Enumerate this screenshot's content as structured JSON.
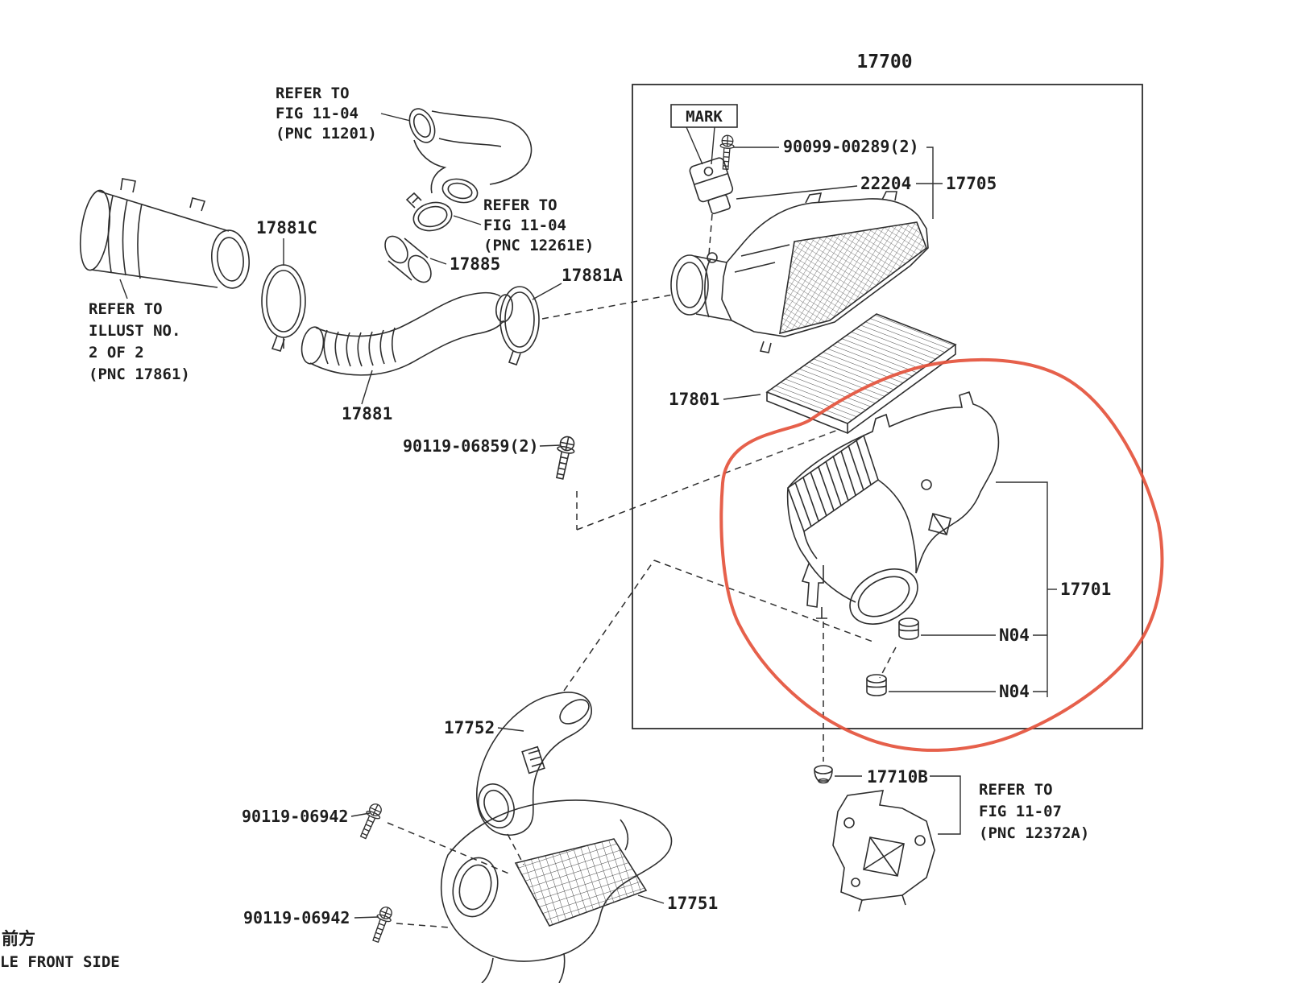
{
  "colors": {
    "line": "#2e2e2e",
    "highlight": "#e4533c",
    "background": "#ffffff"
  },
  "assembly": {
    "number": "17700"
  },
  "mark": {
    "label": "MARK"
  },
  "labels": {
    "screw_sensor": "90099-00289(2)",
    "sensor": "22204",
    "cap": "17705",
    "clamp_c": "17881C",
    "connector": "17885",
    "clamp_a": "17881A",
    "hose": "17881",
    "screw_case": "90119-06859(2)",
    "filter": "17801",
    "case": "17701",
    "grommet_upper": "N04",
    "grommet_lower": "N04",
    "resonator": "17752",
    "screw_inlet_upper": "90119-06942",
    "screw_inlet_lower": "90119-06942",
    "inlet": "17751",
    "plug": "17710B"
  },
  "references": {
    "fig_11_04_hose": [
      "REFER TO",
      "FIG 11-04",
      "(PNC 11201)"
    ],
    "fig_11_04_clamp": [
      "REFER TO",
      "FIG 11-04",
      "(PNC 12261E)"
    ],
    "illust_2_of_2": [
      "REFER TO",
      "ILLUST NO.",
      "2 OF 2",
      "(PNC 17861)"
    ],
    "fig_11_07": [
      "REFER TO",
      "FIG 11-07",
      "(PNC 12372A)"
    ]
  },
  "footer": {
    "front_cjk": "前方",
    "front_en": "LE FRONT SIDE"
  }
}
